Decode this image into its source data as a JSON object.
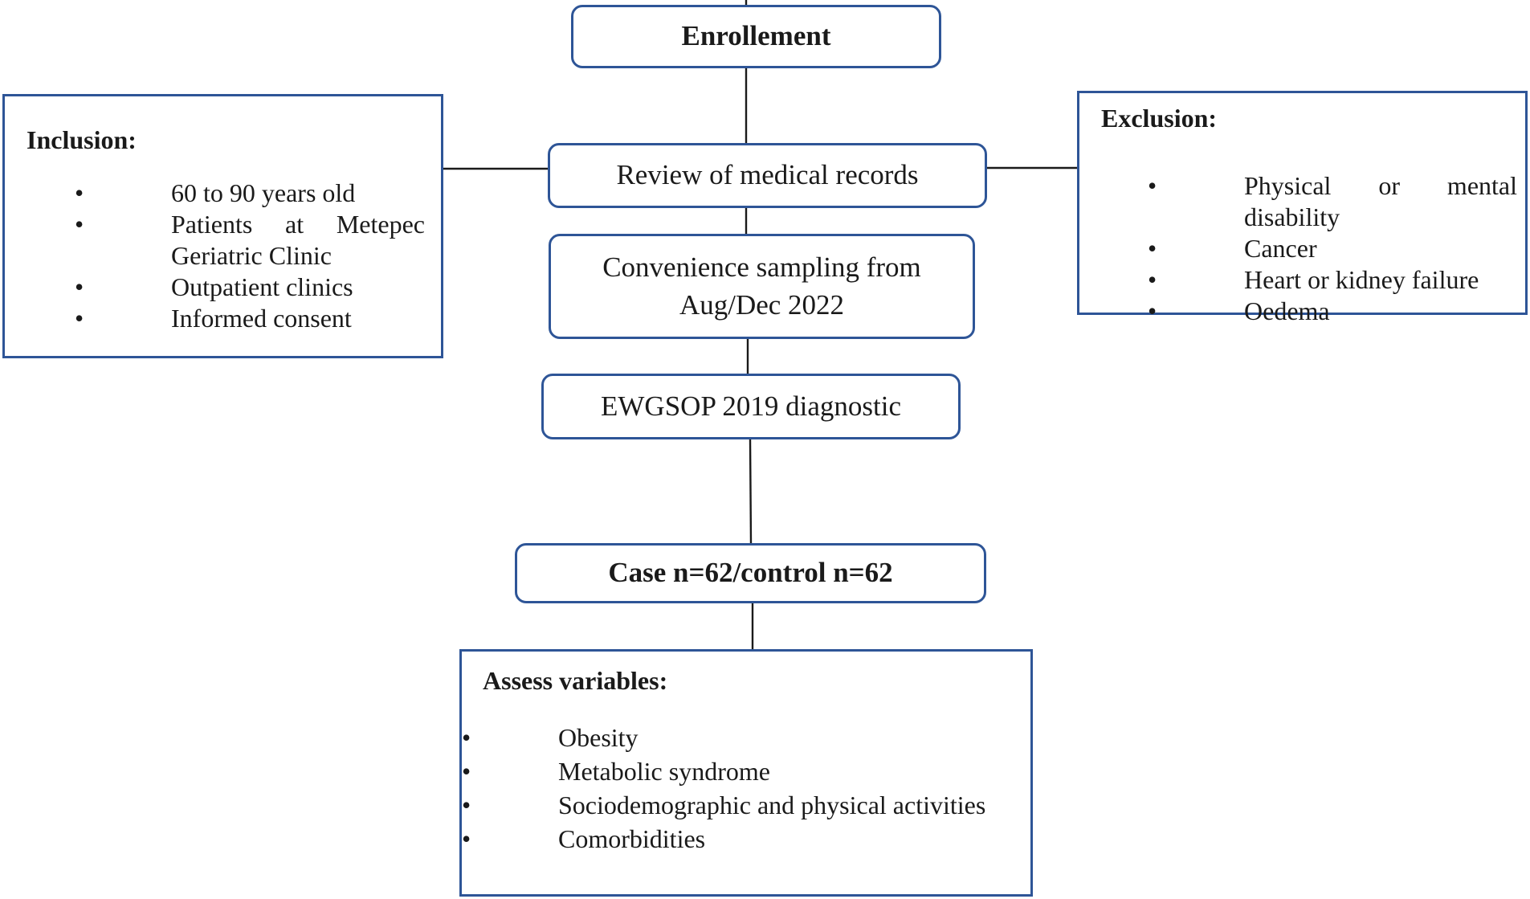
{
  "enrollment": {
    "label": "Enrollement"
  },
  "review": {
    "label": "Review of medical records"
  },
  "sampling": {
    "line1": "Convenience sampling from",
    "line2": "Aug/Dec 2022"
  },
  "diagnostic": {
    "label": "EWGSOP 2019 diagnostic"
  },
  "groups": {
    "label": "Case n=62/control n=62"
  },
  "inclusion": {
    "title": "Inclusion:",
    "items": [
      "60 to 90 years old",
      "Patients at Metepec Geriatric Clinic",
      "Outpatient clinics",
      "Informed consent"
    ]
  },
  "exclusion": {
    "title": "Exclusion:",
    "items": [
      "Physical or mental disability",
      "Cancer",
      "Heart or kidney failure",
      "Oedema"
    ]
  },
  "assess": {
    "title": "Assess variables:",
    "items": [
      "Obesity",
      "Metabolic syndrome",
      "Sociodemographic and physical activities",
      "Comorbidities"
    ]
  },
  "colors": {
    "box_border": "#2e5597",
    "connector": "#1a1a1a",
    "text": "#1a1a1a"
  }
}
